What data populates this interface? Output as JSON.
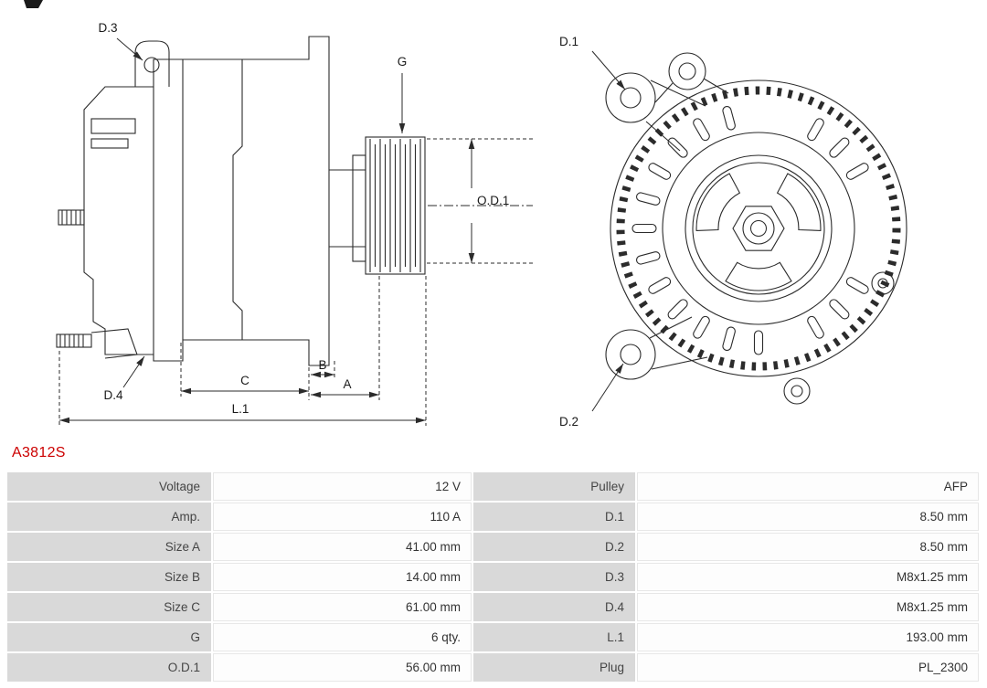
{
  "part_number": "A3812S",
  "diagram": {
    "labels": {
      "d1": "D.1",
      "d2": "D.2",
      "d3": "D.3",
      "d4": "D.4",
      "g": "G",
      "od1": "O.D.1",
      "a": "A",
      "b": "B",
      "c": "C",
      "l1": "L.1"
    }
  },
  "table": {
    "rows": [
      {
        "k1": "Voltage",
        "v1": "12 V",
        "k2": "Pulley",
        "v2": "AFP"
      },
      {
        "k1": "Amp.",
        "v1": "110 A",
        "k2": "D.1",
        "v2": "8.50 mm"
      },
      {
        "k1": "Size A",
        "v1": "41.00 mm",
        "k2": "D.2",
        "v2": "8.50 mm"
      },
      {
        "k1": "Size B",
        "v1": "14.00 mm",
        "k2": "D.3",
        "v2": "M8x1.25 mm"
      },
      {
        "k1": "Size C",
        "v1": "61.00 mm",
        "k2": "D.4",
        "v2": "M8x1.25 mm"
      },
      {
        "k1": "G",
        "v1": "6 qty.",
        "k2": "L.1",
        "v2": "193.00 mm"
      },
      {
        "k1": "O.D.1",
        "v1": "56.00 mm",
        "k2": "Plug",
        "v2": "PL_2300"
      }
    ]
  },
  "colors": {
    "part_number_red": "#cc0000",
    "table_label_bg": "#d9d9d9",
    "table_value_bg": "#fdfdfd",
    "line_color": "#2b2b2b"
  }
}
